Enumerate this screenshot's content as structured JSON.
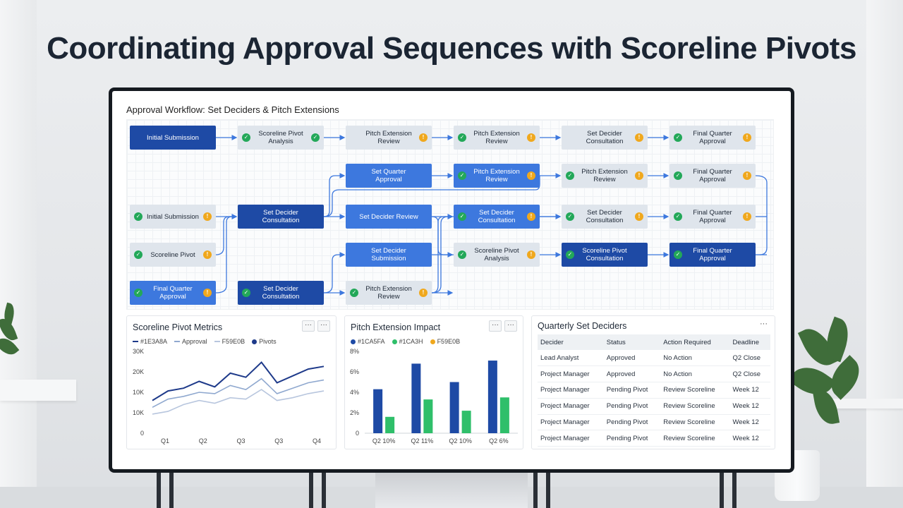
{
  "headline": "Coordinating Approval Sequences with Scoreline Pivots",
  "workflow": {
    "title": "Approval Workflow: Set Deciders & Pitch Extensions",
    "nodes": [
      {
        "id": "r1c1",
        "label": "Initial Submission",
        "style": "dark",
        "check": false,
        "warn": false
      },
      {
        "id": "r1c2",
        "label": "Scoreline Pivot Analysis",
        "style": "light",
        "check": true,
        "warn": false,
        "check_right": true
      },
      {
        "id": "r1c3",
        "label": "Pitch Extension Review",
        "style": "light",
        "check": false,
        "warn": true
      },
      {
        "id": "r1c4",
        "label": "Pitch Extension Review",
        "style": "light",
        "check": true,
        "warn": true
      },
      {
        "id": "r1c5",
        "label": "Set Decider Consultation",
        "style": "light",
        "check": false,
        "warn": true
      },
      {
        "id": "r1c6",
        "label": "Final Quarter Approval",
        "style": "light",
        "check": true,
        "warn": true
      },
      {
        "id": "r2c3",
        "label": "Set Quarter Approval",
        "style": "mid",
        "check": false,
        "warn": false
      },
      {
        "id": "r2c4",
        "label": "Pitch Extension Review",
        "style": "mid",
        "check": true,
        "warn": true
      },
      {
        "id": "r2c5",
        "label": "Pitch Extension Review",
        "style": "light",
        "check": true,
        "warn": true
      },
      {
        "id": "r2c6",
        "label": "Final Quarter Approval",
        "style": "light",
        "check": true,
        "warn": true
      },
      {
        "id": "r3c1",
        "label": "Initial Submission",
        "style": "light",
        "check": true,
        "warn": true
      },
      {
        "id": "r3c2",
        "label": "Set Decider Consultation",
        "style": "dark",
        "check": false,
        "warn": false
      },
      {
        "id": "r3c3",
        "label": "Set Decider Review",
        "style": "mid",
        "check": false,
        "warn": false
      },
      {
        "id": "r3c4",
        "label": "Set Decider Consultation",
        "style": "mid",
        "check": true,
        "warn": true
      },
      {
        "id": "r3c5",
        "label": "Set Decider Consultation",
        "style": "light",
        "check": true,
        "warn": true
      },
      {
        "id": "r3c6",
        "label": "Final Quarter Approval",
        "style": "light",
        "check": true,
        "warn": true
      },
      {
        "id": "r4c1",
        "label": "Scoreline Pivot",
        "style": "light",
        "check": true,
        "warn": true
      },
      {
        "id": "r4c3",
        "label": "Set Decider Submission",
        "style": "mid",
        "check": false,
        "warn": false
      },
      {
        "id": "r4c4",
        "label": "Scoreline Pivot Analysis",
        "style": "light",
        "check": true,
        "warn": true
      },
      {
        "id": "r4c5",
        "label": "Scoreline Pivot Consultation",
        "style": "dark",
        "check": true,
        "warn": false
      },
      {
        "id": "r4c6",
        "label": "Final Quarter Approval",
        "style": "dark",
        "check": true,
        "warn": false
      },
      {
        "id": "r5c1",
        "label": "Final Quarter Approval",
        "style": "mid",
        "check": true,
        "warn": true
      },
      {
        "id": "r5c2",
        "label": "Set Decider Consultation",
        "style": "dark",
        "check": true,
        "warn": false
      },
      {
        "id": "r5c3",
        "label": "Pitch Extension Review",
        "style": "light",
        "check": true,
        "warn": true
      }
    ]
  },
  "metrics_card": {
    "title": "Scoreline Pivot Metrics",
    "menu": "···",
    "menu2": "···"
  },
  "pitch_card": {
    "title": "Pitch Extension Impact",
    "menu": "···",
    "menu2": "···"
  },
  "deciders_card": {
    "title": "Quarterly Set Deciders",
    "menu": "···",
    "columns": [
      "Decider",
      "Status",
      "Action Required",
      "Deadline"
    ],
    "rows": [
      [
        "Lead Analyst",
        "Approved",
        "No Action",
        "Q2 Close"
      ],
      [
        "Project Manager",
        "Approved",
        "No Action",
        "Q2 Close"
      ],
      [
        "Project Manager",
        "Pending Pivot",
        "Review Scoreline",
        "Week 12"
      ],
      [
        "Project Manager",
        "Pending Pivot",
        "Review Scoreline",
        "Week 12"
      ],
      [
        "Project Manager",
        "Pending Pivot",
        "Review Scoreline",
        "Week 12"
      ],
      [
        "Project Manager",
        "Pending Pivot",
        "Review Scoreline",
        "Week 12"
      ]
    ]
  },
  "colors": {
    "dark": "#1E4AA5",
    "mid": "#3D78DE",
    "light": "#DFE5EC",
    "check": "#23A859",
    "warn": "#F0A81D"
  },
  "chart_data": [
    {
      "type": "line",
      "title": "Scoreline Pivot Metrics",
      "categories": [
        "Q1",
        "Q2",
        "Q3",
        "Q3",
        "Q4"
      ],
      "x": [
        0,
        1,
        2,
        3,
        4,
        5,
        6,
        7,
        8,
        9,
        10,
        11
      ],
      "ylabels": [
        "0",
        "10K",
        "10K",
        "20K",
        "30K"
      ],
      "ylim": [
        0,
        30000
      ],
      "legend_position": "top-left",
      "series": [
        {
          "name": "#1E3A8A",
          "color": "#1E3A8A",
          "values": [
            12000,
            15500,
            16500,
            19000,
            17000,
            22000,
            20500,
            26000,
            18500,
            21000,
            23500,
            24500
          ]
        },
        {
          "name": "Approval",
          "color": "#8FA8CF",
          "values": [
            9500,
            12500,
            13500,
            15000,
            14500,
            17500,
            16000,
            20000,
            14500,
            16500,
            18500,
            19500
          ]
        },
        {
          "name": "F59E0B",
          "color": "#B8C6DE",
          "values": [
            7000,
            8000,
            10500,
            12000,
            11000,
            13000,
            12500,
            16000,
            12000,
            13000,
            14500,
            15500
          ]
        },
        {
          "name": "Pivots",
          "color": "#1E3A8A",
          "values": []
        }
      ]
    },
    {
      "type": "bar",
      "title": "Pitch Extension Impact",
      "categories": [
        "Q2 10%",
        "Q2 11%",
        "Q2 10%",
        "Q2 6%"
      ],
      "ylabels": [
        "0",
        "2%",
        "4%",
        "6%",
        "8%"
      ],
      "ylim": [
        0,
        8
      ],
      "legend_position": "top-left",
      "series": [
        {
          "name": "#1CA5FA",
          "color": "#1E4AA5",
          "values": [
            4.3,
            6.8,
            5.0,
            7.1
          ]
        },
        {
          "name": "#1CA3H",
          "color": "#2FBF6A",
          "values": [
            1.6,
            3.3,
            2.2,
            3.5
          ]
        },
        {
          "name": "F59E0B",
          "color": "#F0A81D",
          "values": []
        }
      ]
    }
  ]
}
